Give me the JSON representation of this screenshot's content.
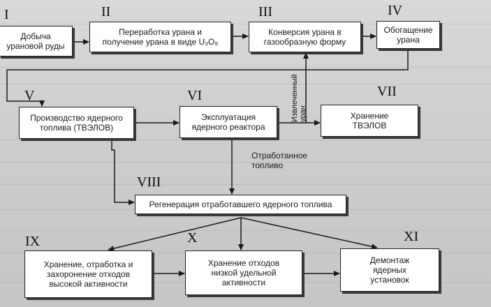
{
  "diagram": {
    "stages": [
      {
        "id": "I",
        "label": "Добыча\nурановой руды"
      },
      {
        "id": "II",
        "label": "Переработка урана и\nполучение урана в виде U₃O₈"
      },
      {
        "id": "III",
        "label": "Конверсия урана в\nгазообразную  форму"
      },
      {
        "id": "IV",
        "label": "Обогащение\nурана"
      },
      {
        "id": "V",
        "label": "Производство ядерного\nтоплива (ТВЭЛОВ)"
      },
      {
        "id": "VI",
        "label": "Эксплуатация\nядерного реактора"
      },
      {
        "id": "VII",
        "label": "Хранение\nТВЭЛОВ"
      },
      {
        "id": "VIII",
        "label": "Регенерация отработавшего ядерного топлива"
      },
      {
        "id": "IX",
        "label": "Хранение, отработка и\nзахоронение отходов\nвысокой активности"
      },
      {
        "id": "X",
        "label": "Хранение отходов\nнизкой удельной\nактивности"
      },
      {
        "id": "XI",
        "label": "Демонтаж\nядерных\nустановок"
      }
    ],
    "edge_labels": {
      "spent_fuel": "Отработанное\nтопливо",
      "extracted_uranium": "Извлеченный\nуран"
    }
  },
  "colors": {
    "box_fill": "#ffffff",
    "line": "#1a1a1a",
    "page": "#cfcfcf"
  }
}
